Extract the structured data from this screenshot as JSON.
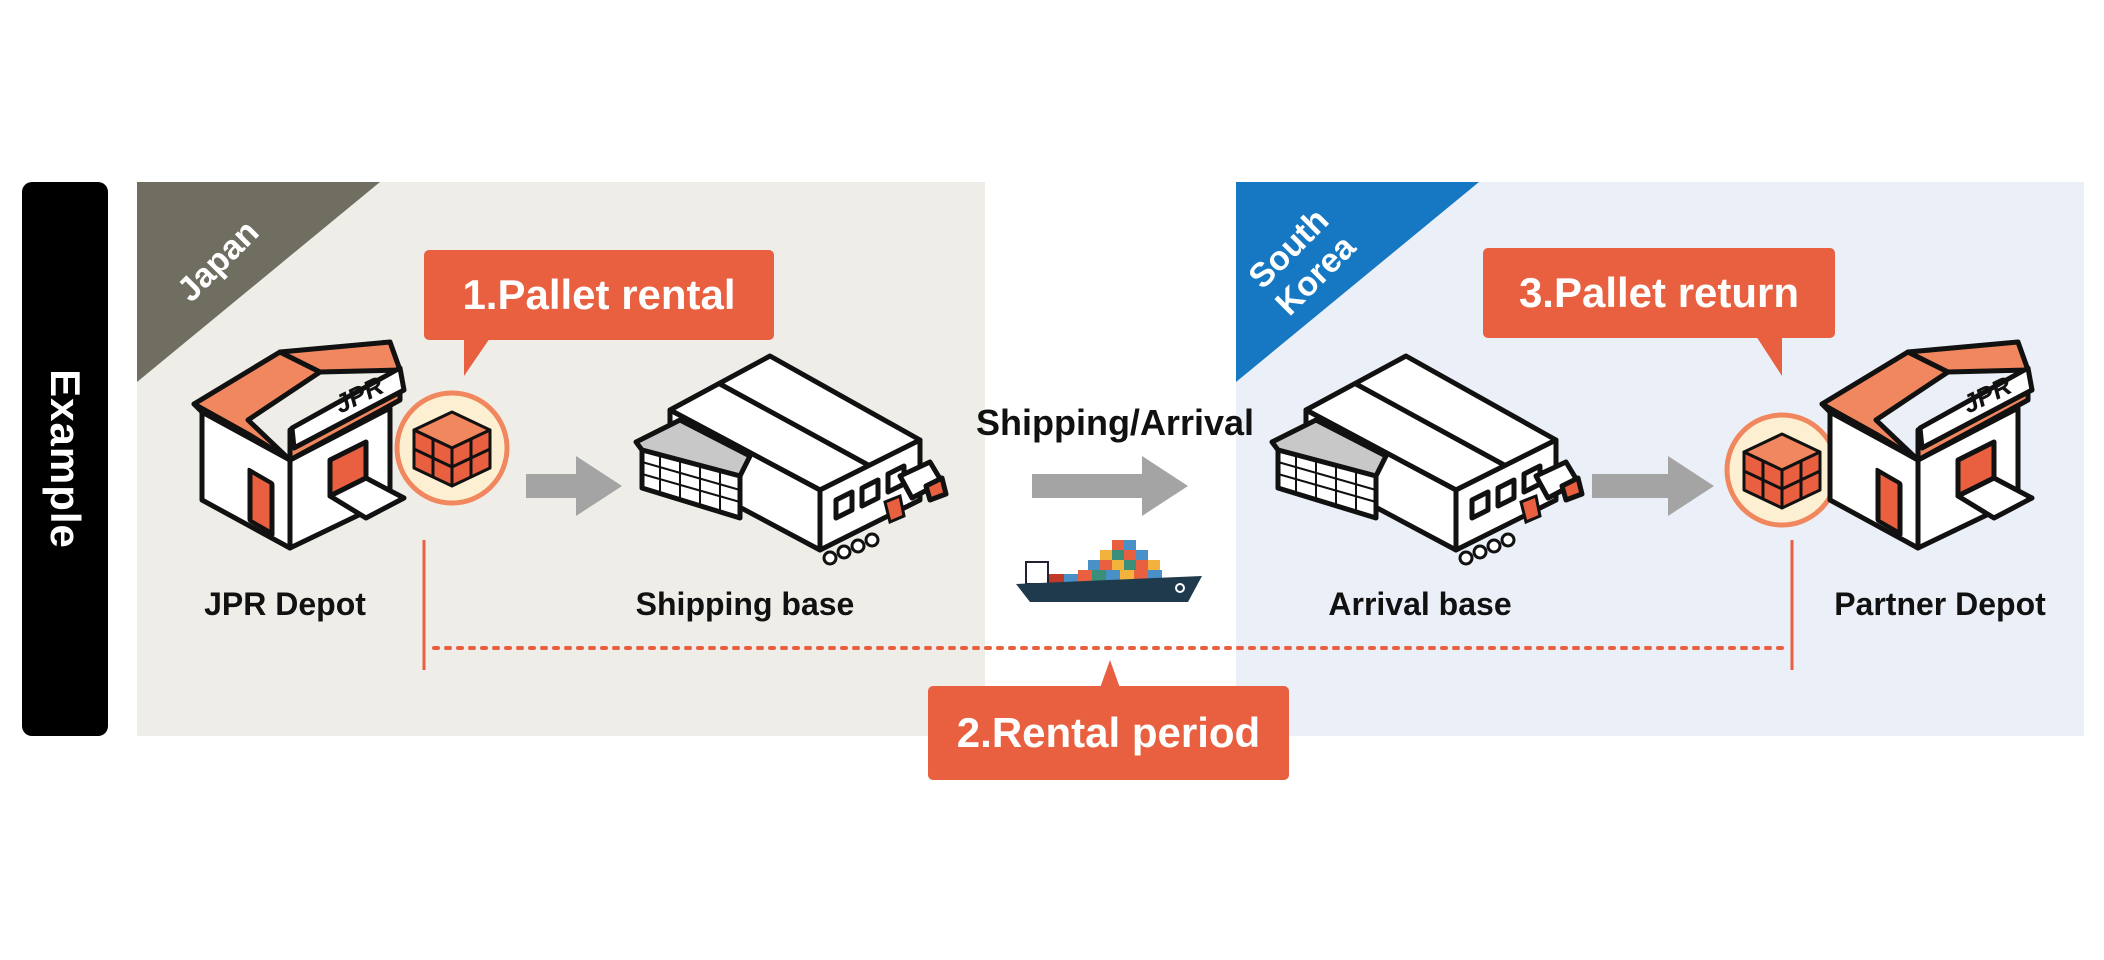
{
  "side_label": "Example",
  "regions": {
    "japan": {
      "name": "Japan",
      "color": "#6f6e60",
      "background": "#eeede8"
    },
    "south_korea": {
      "name_line1": "South",
      "name_line2": "Korea",
      "color": "#1678c2",
      "background": "#ebf0f8"
    }
  },
  "steps": {
    "step1": "1.Pallet rental",
    "step2": "2.Rental period",
    "step3": "3.Pallet return"
  },
  "transit_label": "Shipping/Arrival",
  "nodes": {
    "jpr_depot": "JPR Depot",
    "shipping_base": "Shipping base",
    "arrival_base": "Arrival base",
    "partner_depot": "Partner Depot"
  },
  "depot_sign": "JPR",
  "colors": {
    "accent": "#e8603f",
    "arrow": "#a4a4a4",
    "dotted_line": "#e8603f"
  }
}
